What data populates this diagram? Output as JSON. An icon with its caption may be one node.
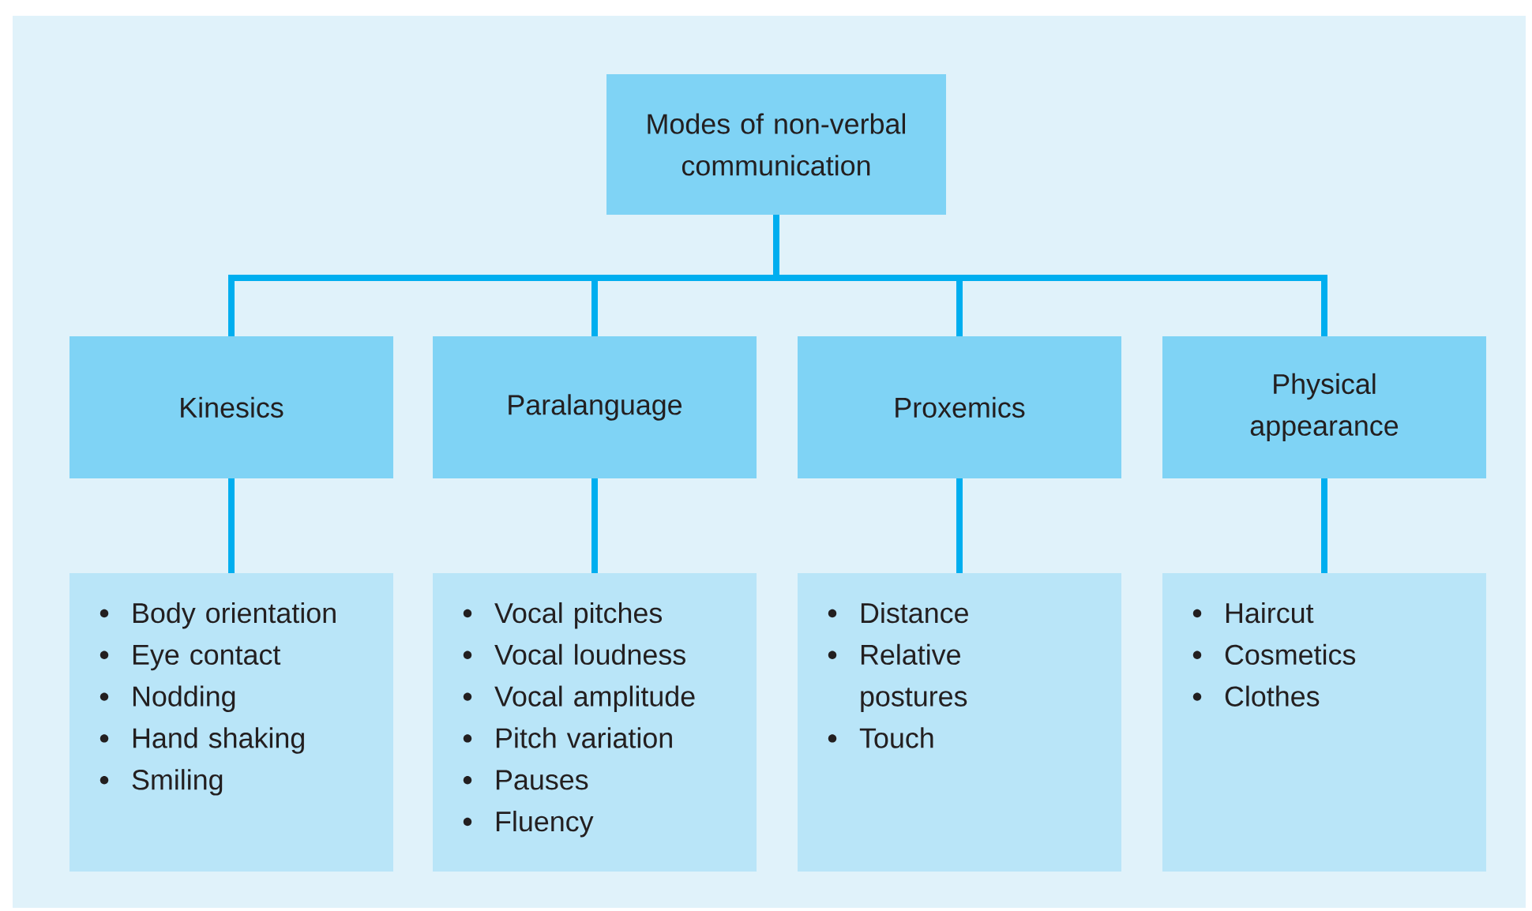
{
  "diagram": {
    "nodes": [
      {
        "text": [
          "Modes of non-verbal communication"
        ]
      },
      {
        "text": [
          "Kinesics"
        ]
      },
      {
        "text": [
          "Paralanguage"
        ]
      },
      {
        "text": [
          "Proxemics"
        ]
      },
      {
        "text": [
          "Physical appearance"
        ]
      },
      {
        "text": [
          "Body orientation",
          "Eye contact",
          "Nodding",
          "Hand shaking",
          "Smiling"
        ]
      },
      {
        "text": [
          "Vocal pitches",
          "Vocal loudness",
          "Vocal amplitude",
          "Pitch variation",
          "Pauses",
          "Fluency"
        ]
      },
      {
        "text": [
          "Distance",
          "Relative postures",
          "Touch"
        ]
      },
      {
        "text": [
          "Haircut",
          "Cosmetics",
          "Clothes"
        ]
      }
    ],
    "edges": [
      {
        "from": 0,
        "to": 1,
        "arrow": "none"
      },
      {
        "from": 0,
        "to": 2,
        "arrow": "none"
      },
      {
        "from": 0,
        "to": 3,
        "arrow": "none"
      },
      {
        "from": 0,
        "to": 4,
        "arrow": "none"
      },
      {
        "from": 1,
        "to": 5,
        "arrow": "none"
      },
      {
        "from": 2,
        "to": 6,
        "arrow": "none"
      },
      {
        "from": 3,
        "to": 7,
        "arrow": "none"
      },
      {
        "from": 4,
        "to": 8,
        "arrow": "none"
      }
    ]
  }
}
